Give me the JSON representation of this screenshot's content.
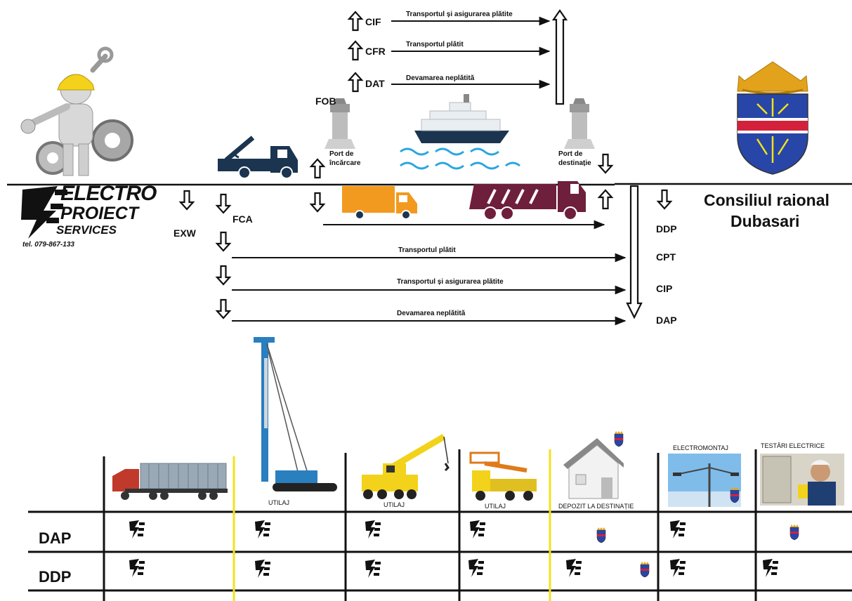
{
  "brand": {
    "line1": "ELECTRO",
    "line2": "PROIECT",
    "line3": "SERVICES",
    "phone": "tel. 079-867-133"
  },
  "client": {
    "line1": "Consiliul raional",
    "line2": "Dubasari"
  },
  "sea": {
    "fob": "FOB",
    "port_load": [
      "Port de",
      "încărcare"
    ],
    "port_dest": [
      "Port de",
      "destinație"
    ],
    "terms": [
      {
        "code": "CIF",
        "desc": "Transportul și asigurarea plătite"
      },
      {
        "code": "CFR",
        "desc": "Transportul plătit"
      },
      {
        "code": "DAT",
        "desc": "Devamarea neplătită"
      }
    ]
  },
  "land": {
    "exw": "EXW",
    "fca": "FCA",
    "ddp": "DDP",
    "terms": [
      {
        "code": "CPT",
        "desc": "Transportul plătit"
      },
      {
        "code": "CIP",
        "desc": "Transportul și asigurarea plătite"
      },
      {
        "code": "DAP",
        "desc": "Devamarea neplătită"
      }
    ]
  },
  "table": {
    "headers": [
      "",
      "UTILAJ",
      "UTILAJ",
      "UTILAJ",
      "DEPOZIT LA DESTINAȚIE",
      "ELECTROMONTAJ",
      "TESTĂRI ELECTRICE"
    ],
    "rows": [
      {
        "label": "DAP",
        "cells": [
          "logo",
          "logo",
          "logo",
          "logo",
          "crest",
          "logo",
          "crest"
        ]
      },
      {
        "label": "DDP",
        "cells": [
          "logo",
          "logo",
          "logo",
          "logo",
          "logo+crest",
          "logo",
          "logo"
        ]
      }
    ]
  },
  "colors": {
    "yellow": "#f2e21a",
    "navy": "#1b3550",
    "orange": "#f29a1f",
    "maroon": "#6e1f3c",
    "sea": "#2aa6e0",
    "crest_blue": "#2746a8",
    "crest_red": "#d4213b",
    "crest_gold": "#e3a21c"
  }
}
